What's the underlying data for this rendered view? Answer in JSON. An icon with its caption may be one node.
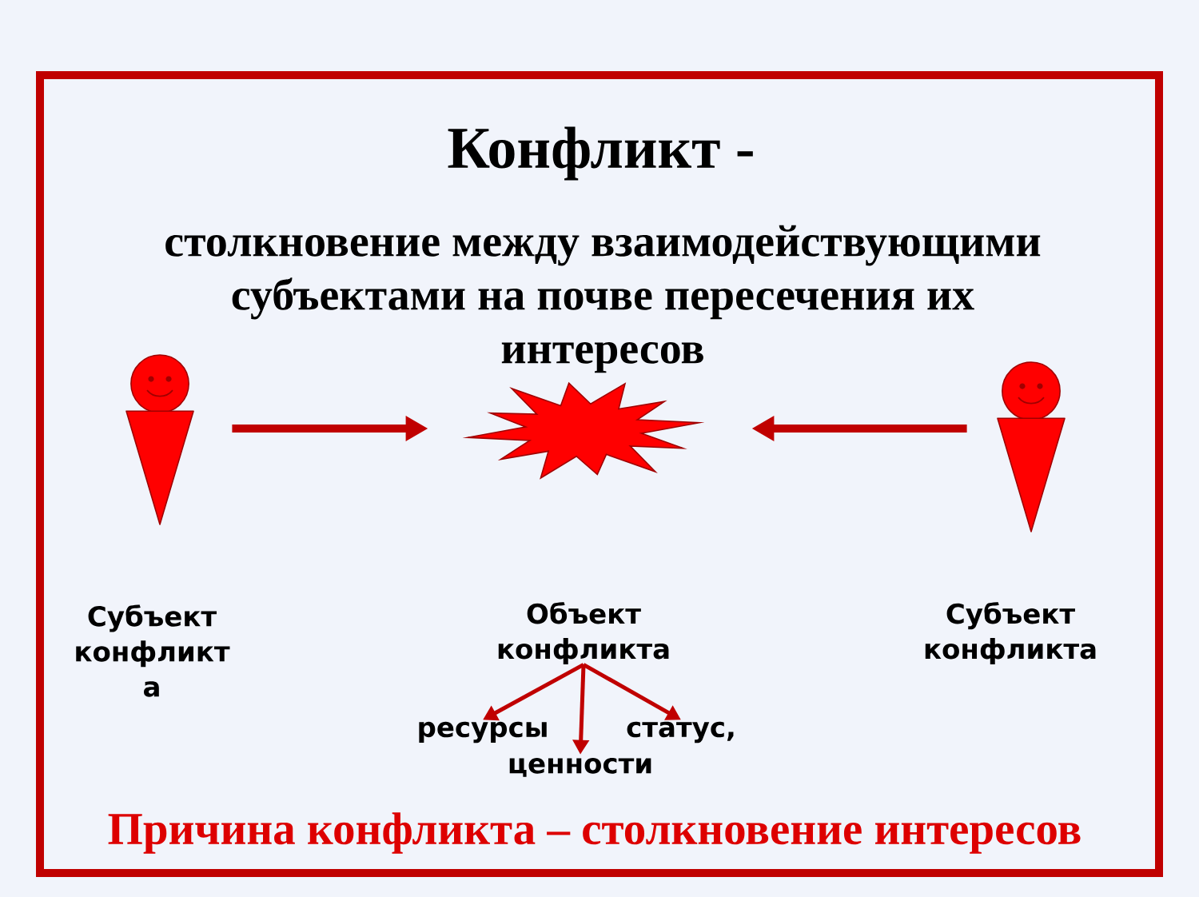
{
  "diagram": {
    "title": "Конфликт -",
    "nodes": [
      {
        "text": [],
        "shape": "person",
        "beside": [
          "Субъект конфликт а"
        ]
      },
      {
        "text": [],
        "shape": "starburst"
      },
      {
        "text": [],
        "shape": "person",
        "beside": [
          "Субъект конфликта"
        ]
      },
      {
        "text": [
          "Объект конфликта"
        ]
      },
      {
        "text": [
          "ресурсы"
        ]
      },
      {
        "text": [
          "статус,"
        ]
      },
      {
        "text": [
          "ценности"
        ]
      }
    ],
    "edges": [
      {
        "from": 0,
        "to": 1,
        "arrow": "to",
        "style": "thick"
      },
      {
        "from": 2,
        "to": 1,
        "arrow": "to",
        "style": "thick"
      },
      {
        "from": 3,
        "to": 4,
        "arrow": "to"
      },
      {
        "from": 3,
        "to": 6,
        "arrow": "to"
      },
      {
        "from": 3,
        "to": 5,
        "arrow": "to"
      }
    ],
    "labels": [
      "столкновение между взаимодействующими субъектами на почве пересечения их интересов",
      "Причина конфликта – столкновение интересов"
    ]
  }
}
